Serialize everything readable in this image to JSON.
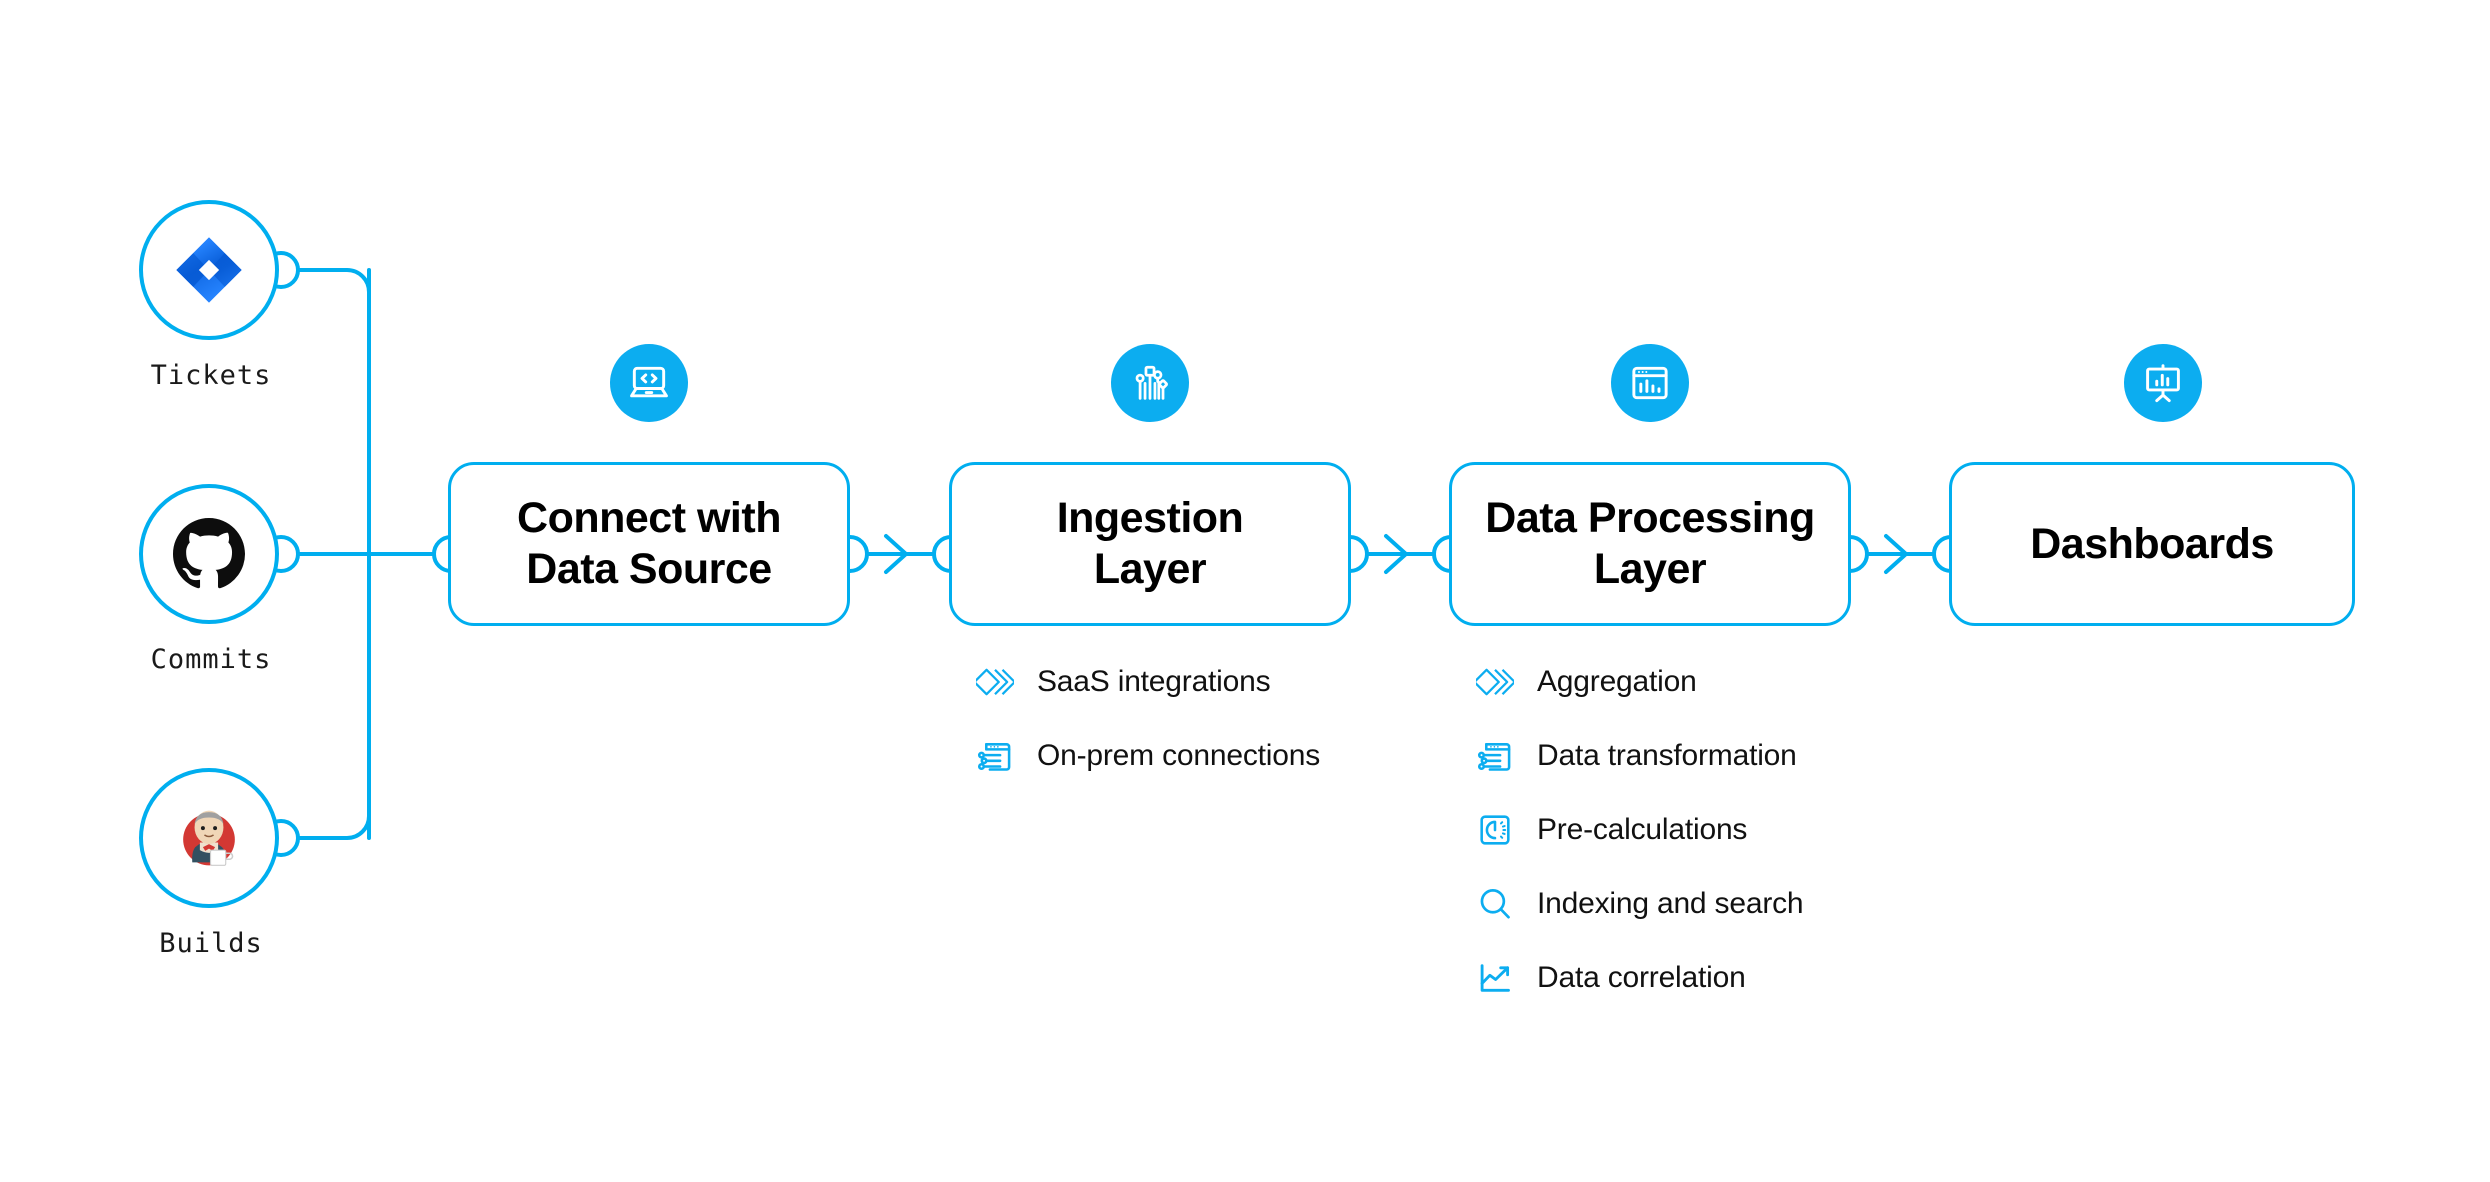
{
  "theme": {
    "accent": "#00AEEF",
    "badge_fill": "#0CADF0",
    "text": "#000000",
    "background": "#ffffff"
  },
  "sources": [
    {
      "label": "Tickets",
      "icon": "jira-icon"
    },
    {
      "label": "Commits",
      "icon": "github-icon"
    },
    {
      "label": "Builds",
      "icon": "jenkins-icon"
    }
  ],
  "stages": [
    {
      "title": "Connect with\nData Source",
      "title_lines": [
        "Connect with",
        "Data Source"
      ],
      "icon": "laptop-code-icon"
    },
    {
      "title": "Ingestion\nLayer",
      "title_lines": [
        "Ingestion",
        "Layer"
      ],
      "icon": "circuit-board-icon"
    },
    {
      "title": "Data Processing\nLayer",
      "title_lines": [
        "Data Processing",
        "Layer"
      ],
      "icon": "browser-chart-icon"
    },
    {
      "title": "Dashboards",
      "title_lines": [
        "Dashboards"
      ],
      "icon": "presentation-chart-icon"
    }
  ],
  "ingestion_features": [
    {
      "label": "SaaS integrations",
      "icon": "chevrons-icon"
    },
    {
      "label": "On-prem connections",
      "icon": "window-sliders-icon"
    }
  ],
  "processing_features": [
    {
      "label": "Aggregation",
      "icon": "chevrons-icon"
    },
    {
      "label": "Data transformation",
      "icon": "window-sliders-icon"
    },
    {
      "label": "Pre-calculations",
      "icon": "gauge-square-icon"
    },
    {
      "label": "Indexing and search",
      "icon": "search-icon"
    },
    {
      "label": "Data correlation",
      "icon": "line-chart-icon"
    }
  ]
}
